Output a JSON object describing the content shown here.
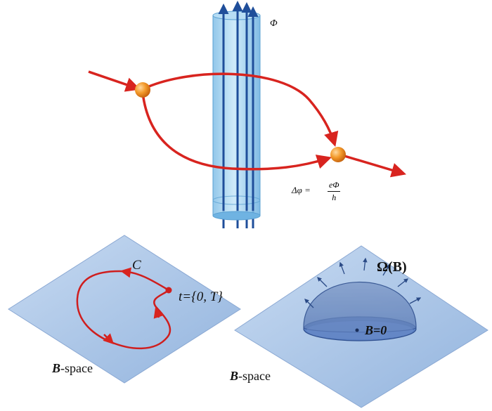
{
  "top": {
    "flux_label": "Φ",
    "phase_lhs": "Δφ =",
    "phase_num": "eΦ",
    "phase_den": "h"
  },
  "left_panel": {
    "curve_label": "C",
    "time_label": "t={0, T}",
    "space_bold": "B",
    "space_rest": "-space"
  },
  "right_panel": {
    "omega_label": "Ω(B)",
    "origin_label": "B=0",
    "space_bold": "B",
    "space_rest": "-space"
  },
  "colors": {
    "path_red": "#d8241f",
    "plane_blue": "#a9c4e6",
    "cylinder_blue": "#8ec8ea",
    "flux_arrow": "#1f4e9a",
    "particle_orange": "#f08a1c"
  }
}
